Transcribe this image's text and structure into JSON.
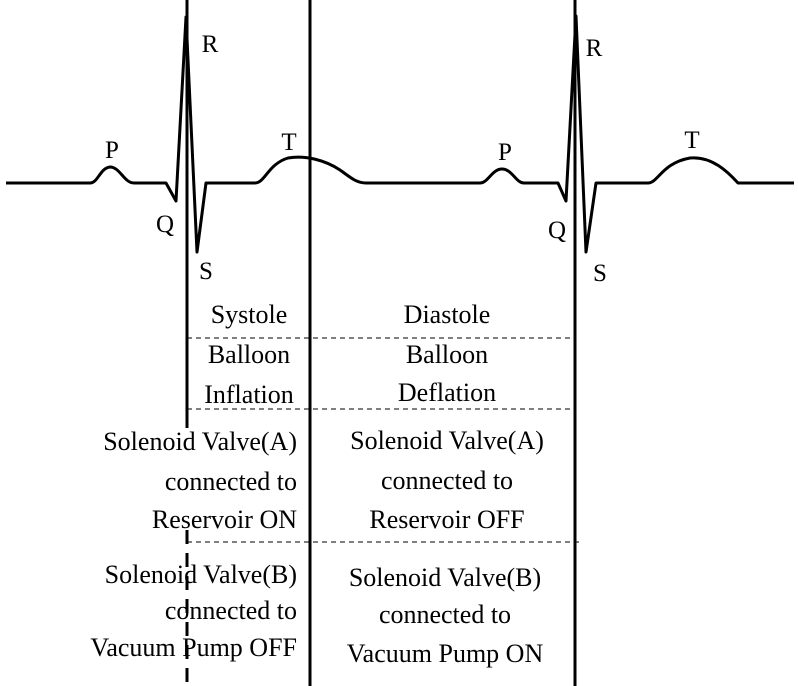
{
  "waveform_labels": {
    "first_beat": {
      "p": "P",
      "q": "Q",
      "r": "R",
      "s": "S",
      "t": "T"
    },
    "second_beat": {
      "p": "P",
      "q": "Q",
      "r": "R",
      "s": "S",
      "t": "T"
    }
  },
  "phases": {
    "left": {
      "phase": "Systole",
      "balloon": [
        "Balloon",
        "Inflation"
      ],
      "valve_a": [
        "Solenoid Valve(A)",
        "connected to",
        "Reservoir ON"
      ],
      "valve_b": [
        "Solenoid Valve(B)",
        "connected to",
        "Vacuum Pump OFF"
      ]
    },
    "right": {
      "phase": "Diastole",
      "balloon": [
        "Balloon",
        "Deflation"
      ],
      "valve_a": [
        "Solenoid Valve(A)",
        "connected to",
        "Reservoir OFF"
      ],
      "valve_b": [
        "Solenoid Valve(B)",
        "connected to",
        "Vacuum Pump ON"
      ]
    }
  }
}
